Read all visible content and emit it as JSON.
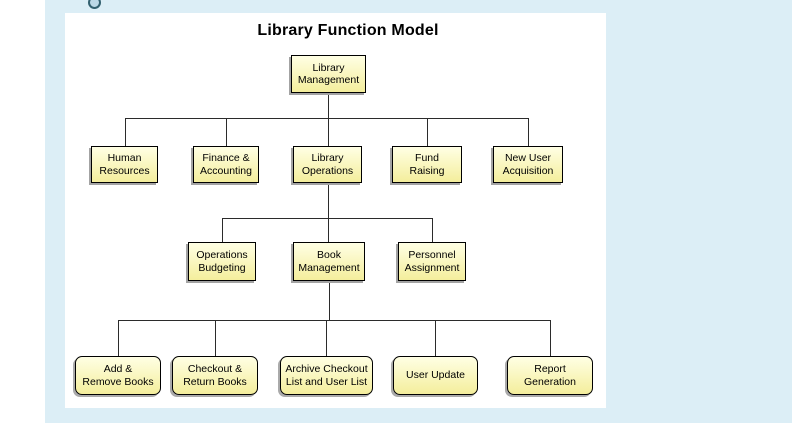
{
  "title": "Library Function Model",
  "colors": {
    "panel_background": "#dceef6",
    "canvas_background": "#ffffff",
    "node_fill_top": "#ffffe4",
    "node_fill_bottom": "#f4ee9c",
    "node_border": "#000000",
    "node_shadow": "#a3a3a3",
    "connector": "#2b2b2b",
    "title_color": "#000000"
  },
  "nodes": [
    {
      "id": "library-management",
      "label": "Library\nManagement",
      "shape": "rect",
      "parent": null
    },
    {
      "id": "human-resources",
      "label": "Human\nResources",
      "shape": "rect",
      "parent": "library-management"
    },
    {
      "id": "finance-accounting",
      "label": "Finance &\nAccounting",
      "shape": "rect",
      "parent": "library-management"
    },
    {
      "id": "library-operations",
      "label": "Library\nOperations",
      "shape": "rect",
      "parent": "library-management"
    },
    {
      "id": "fund-raising",
      "label": "Fund\nRaising",
      "shape": "rect",
      "parent": "library-management"
    },
    {
      "id": "new-user-acquisition",
      "label": "New User\nAcquisition",
      "shape": "rect",
      "parent": "library-management"
    },
    {
      "id": "operations-budgeting",
      "label": "Operations\nBudgeting",
      "shape": "rect",
      "parent": "library-operations"
    },
    {
      "id": "book-management",
      "label": "Book\nManagement",
      "shape": "rect",
      "parent": "library-operations"
    },
    {
      "id": "personnel-assignment",
      "label": "Personnel\nAssignment",
      "shape": "rect",
      "parent": "library-operations"
    },
    {
      "id": "add-remove-books",
      "label": "Add &\nRemove Books",
      "shape": "rounded",
      "parent": "book-management"
    },
    {
      "id": "checkout-return-books",
      "label": "Checkout &\nReturn Books",
      "shape": "rounded",
      "parent": "book-management"
    },
    {
      "id": "archive-checkout-list",
      "label": "Archive Checkout\nList and User List",
      "shape": "rounded",
      "parent": "book-management"
    },
    {
      "id": "user-update",
      "label": "User Update",
      "shape": "rounded",
      "parent": "book-management"
    },
    {
      "id": "report-generation",
      "label": "Report\nGeneration",
      "shape": "rounded",
      "parent": "book-management"
    }
  ]
}
